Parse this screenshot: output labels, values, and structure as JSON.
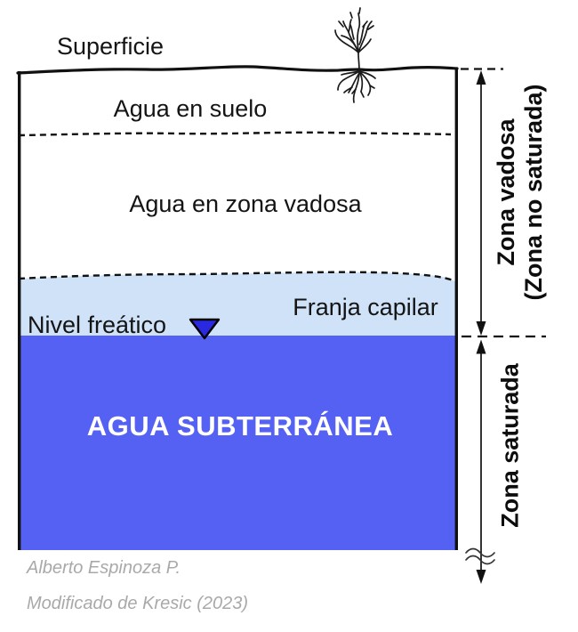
{
  "diagram": {
    "surface_label": "Superficie",
    "soil_water_label": "Agua en suelo",
    "vadose_water_label": "Agua en zona vadosa",
    "capillary_fringe_label": "Franja capilar",
    "water_table_label": "Nivel freático",
    "groundwater_label": "AGUA SUBTERRÁNEA",
    "vadose_zone_label_line1": "Zona vadosa",
    "vadose_zone_label_line2": "(Zona no saturada)",
    "saturated_zone_label": "Zona saturada"
  },
  "credits": {
    "author": "Alberto Espinoza P.",
    "source": "Modificado de Kresic (2023)"
  },
  "colors": {
    "groundwater_fill": "#5561F2",
    "capillary_fill": "#CFE2F8",
    "marker_fill": "#2B29E0",
    "line_color": "#111111",
    "credit_color": "#A9A9A9"
  },
  "icons": {
    "plant": "plant-icon",
    "water_table_marker": "water-table-marker-icon",
    "break_symbol": "break-symbol-icon"
  }
}
